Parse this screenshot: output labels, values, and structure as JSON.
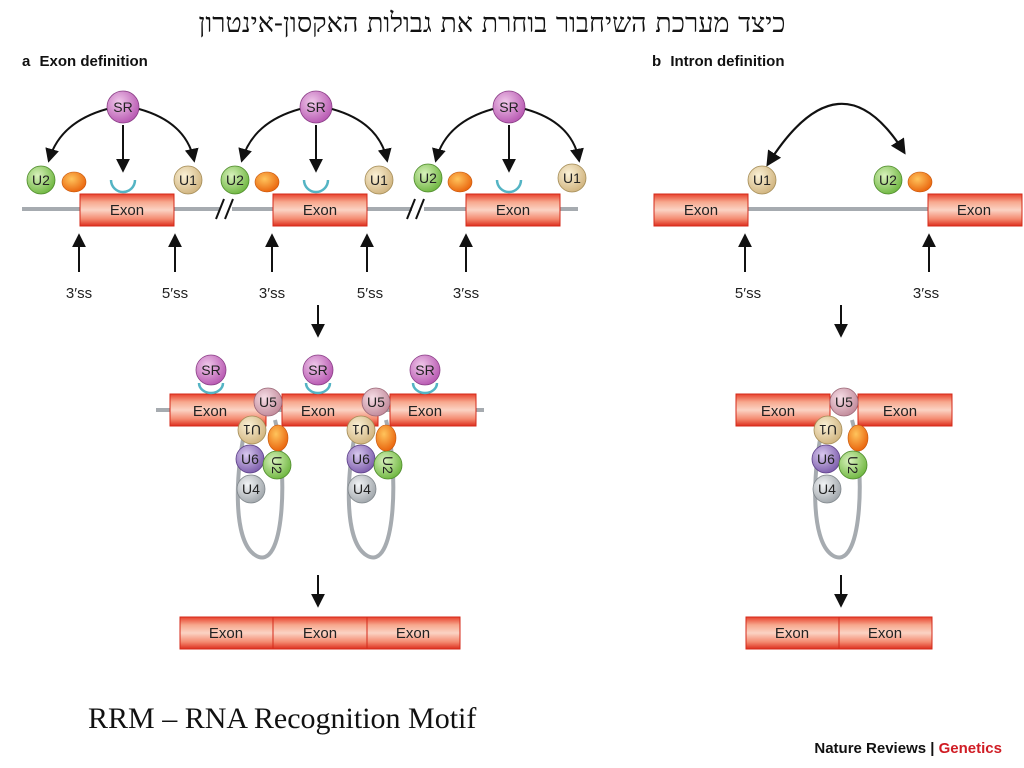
{
  "title": "כיצד מערכת השיחבור בוחרת את גבולות האקסון-אינטרון",
  "panel_a": {
    "letter": "a",
    "label": "Exon definition"
  },
  "panel_b": {
    "letter": "b",
    "label": "Intron definition"
  },
  "labels": {
    "exon": "Exon",
    "sr": "SR",
    "u1": "U1",
    "u2": "U2",
    "u4": "U4",
    "u5": "U5",
    "u6": "U6",
    "ss3": "3′ss",
    "ss5": "5′ss"
  },
  "footnote": "RRM – RNA Recognition Motif",
  "credit": {
    "publisher": "Nature Reviews",
    "separator": " | ",
    "journal": "Genetics"
  }
}
